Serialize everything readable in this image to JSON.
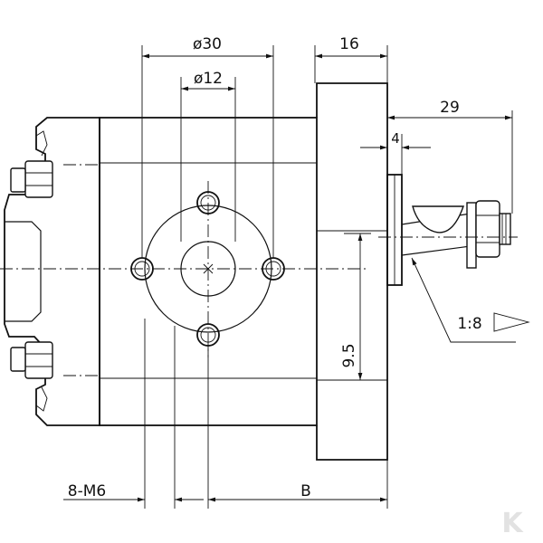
{
  "dimensions": {
    "d30": "ø30",
    "d12": "ø12",
    "w16": "16",
    "w29": "29",
    "w4": "4",
    "h9_5": "9.5",
    "thread": "8-M6",
    "b": "B",
    "taper": "1:8"
  },
  "logo": {
    "letter": "K"
  }
}
